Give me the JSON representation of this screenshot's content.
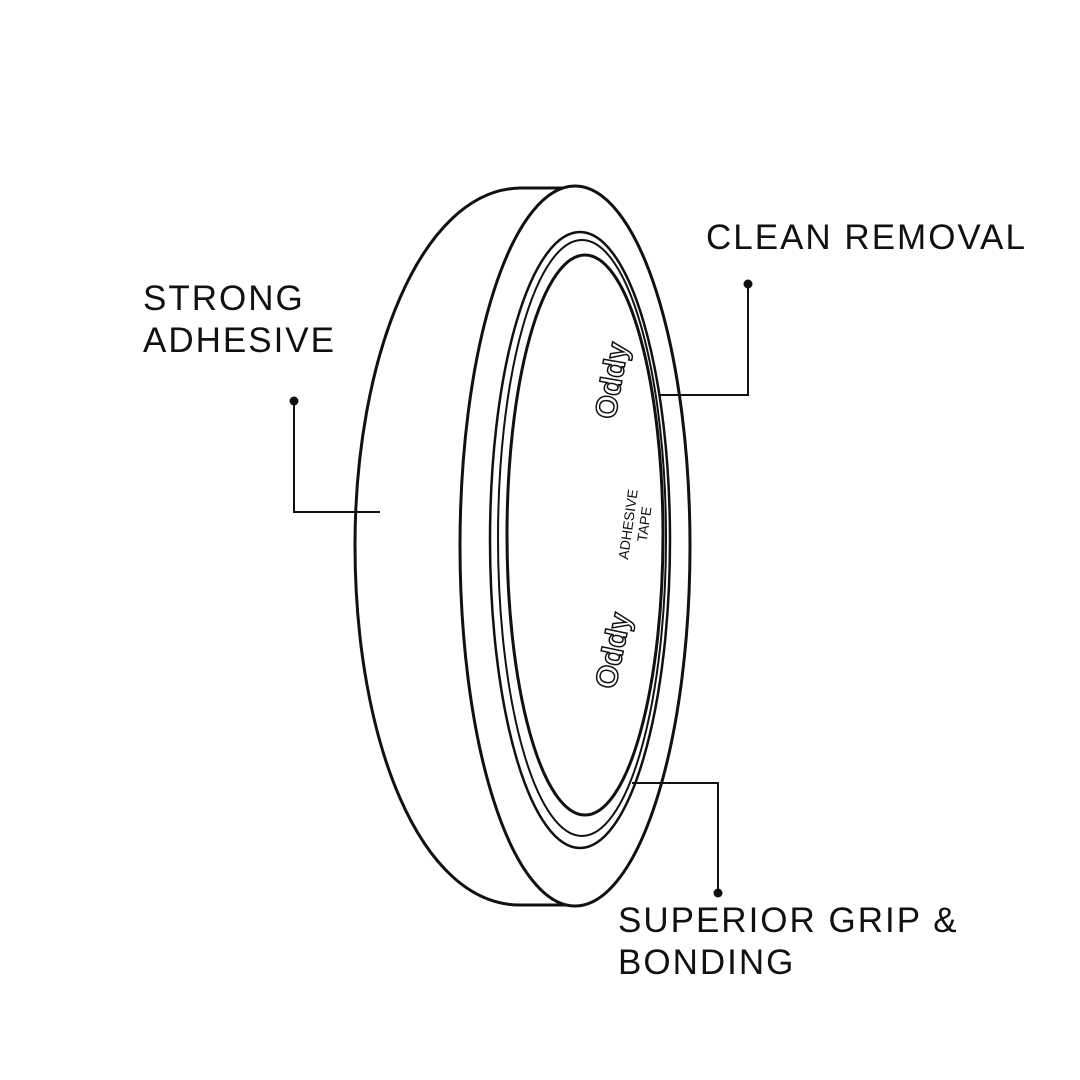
{
  "callouts": {
    "strong_adhesive": {
      "line1": "STRONG",
      "line2": "ADHESIVE"
    },
    "clean_removal": {
      "line1": "CLEAN REMOVAL"
    },
    "superior_grip": {
      "line1": "SUPERIOR GRIP &",
      "line2": "BONDING"
    }
  },
  "tape_print": {
    "brand": "Oddy",
    "product_line1": "ADHESIVE",
    "product_line2": "TAPE"
  },
  "colors": {
    "ink": "#111111",
    "paper": "#ffffff"
  }
}
